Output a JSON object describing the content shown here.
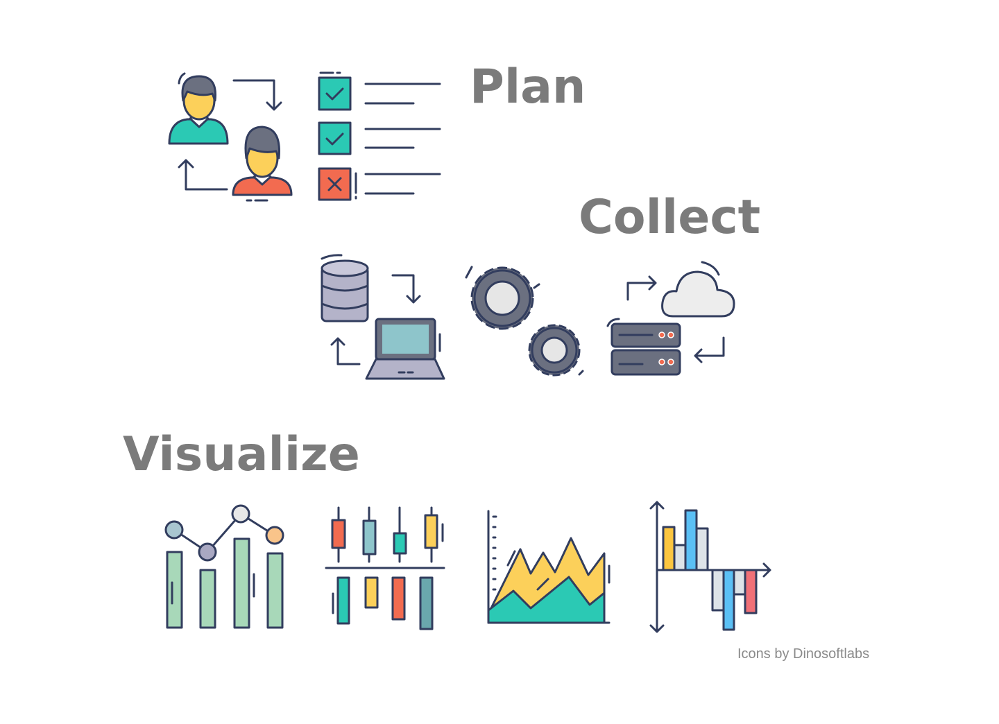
{
  "sections": {
    "plan": "Plan",
    "collect": "Collect",
    "visualize": "Visualize"
  },
  "credit": "Icons by Dinosoftlabs",
  "colors": {
    "title": "#7b7b7b",
    "stroke": "#323d5e",
    "teal": "#2bc9b4",
    "red": "#f26b50",
    "yellow": "#fcd05a",
    "blue": "#5bc0f5",
    "green": "#a8d8b9"
  }
}
